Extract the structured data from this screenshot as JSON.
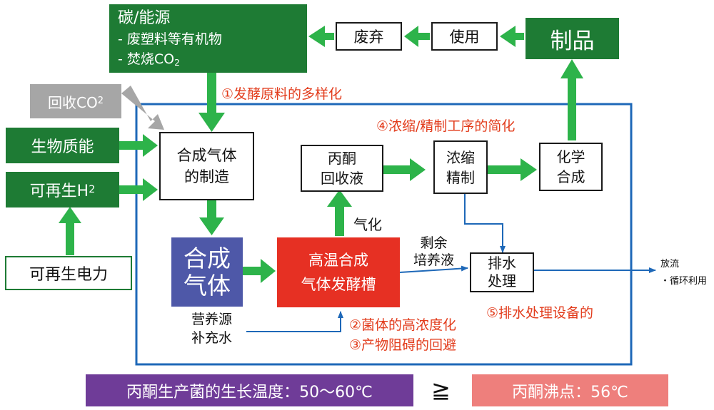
{
  "carbon_energy": {
    "title": "碳/能源",
    "line1": "- 废塑料等有机物",
    "line2_prefix": "- 焚烧CO",
    "line2_sub": "2"
  },
  "recovered_co2": {
    "prefix": "回收CO",
    "sub": "2"
  },
  "biomass": "生物质能",
  "renewable_h2": {
    "prefix": "可再生H",
    "sub": "2"
  },
  "renewable_power": "可再生电力",
  "waste": "废弃",
  "use": "使用",
  "product": "制品",
  "syngas_production": {
    "line1": "合成气体",
    "line2": "的制造"
  },
  "syngas_block": {
    "line1": "合成",
    "line2": "气体"
  },
  "fermenter": {
    "line1": "高温合成",
    "line2": "气体发酵槽"
  },
  "acetone_recovery": {
    "line1": "丙酮",
    "line2": "回收液"
  },
  "concentration": {
    "line1": "浓缩",
    "line2": "精制"
  },
  "chemical_synthesis": {
    "line1": "化学",
    "line2": "合成"
  },
  "wastewater": {
    "line1": "排水",
    "line2": "处理"
  },
  "gasification": "气化",
  "residual_medium": {
    "line1": "剩余",
    "line2": "培养液"
  },
  "nutrients": {
    "line1": "营养源",
    "line2": "补充水"
  },
  "discharge": {
    "line1": "放流",
    "line2": "・循环利用"
  },
  "points": {
    "p1": "①发酵原料的多样化",
    "p2": "②菌体的高浓度化",
    "p3": "③产物阻碍的回避",
    "p4": "④浓缩/精制工序的简化",
    "p5": "⑤排水处理设备的"
  },
  "bottom": {
    "growth_temp": "丙酮生产菌的生长温度：50～60℃",
    "comparison": "≧",
    "boiling_point": "丙酮沸点：56℃"
  },
  "colors": {
    "dark_green": "#1e7b34",
    "arrow_green": "#2db34a",
    "frame_blue": "#1e68b8",
    "syngas_blue": "#4e58a8",
    "fermenter_red": "#e63023",
    "purple": "#6f3c98",
    "pink": "#ee7f7c",
    "gray": "#a6a6a6",
    "text_red": "#e23b1b"
  }
}
